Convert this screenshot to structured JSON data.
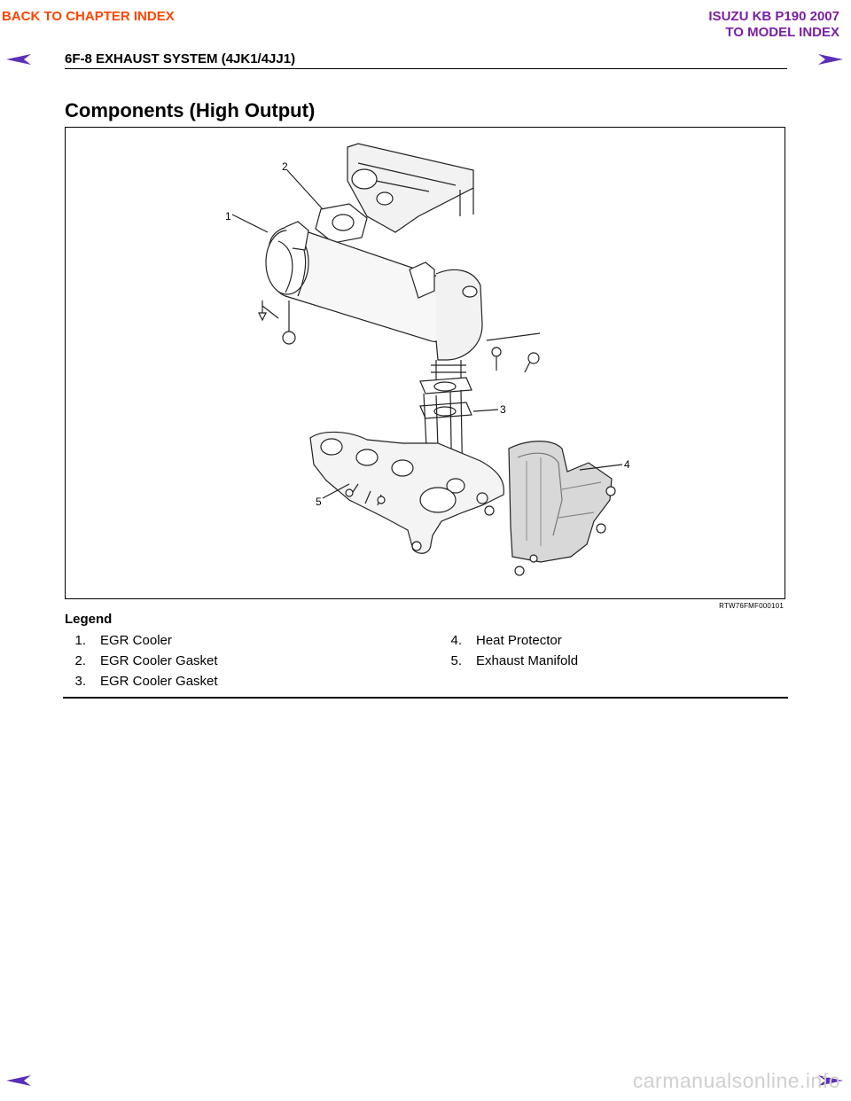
{
  "nav": {
    "back_chapter": "BACK TO CHAPTER INDEX",
    "model_line1": "ISUZU KB P190 2007",
    "model_line2": "TO MODEL INDEX",
    "arrow_color": "#5b2fb8"
  },
  "header": {
    "section": "6F-8  EXHAUST SYSTEM (4JK1/4JJ1)"
  },
  "heading": "Components (High Output)",
  "figure": {
    "callouts": [
      "1",
      "2",
      "3",
      "4",
      "5"
    ],
    "id": "RTW76FMF000101"
  },
  "legend": {
    "title": "Legend",
    "items": [
      {
        "num": "1.",
        "label": "EGR Cooler"
      },
      {
        "num": "2.",
        "label": "EGR Cooler Gasket"
      },
      {
        "num": "3.",
        "label": "EGR Cooler Gasket"
      },
      {
        "num": "4.",
        "label": "Heat Protector"
      },
      {
        "num": "5.",
        "label": "Exhaust Manifold"
      }
    ]
  },
  "footer": {
    "site": "carmanualsonline.info"
  }
}
